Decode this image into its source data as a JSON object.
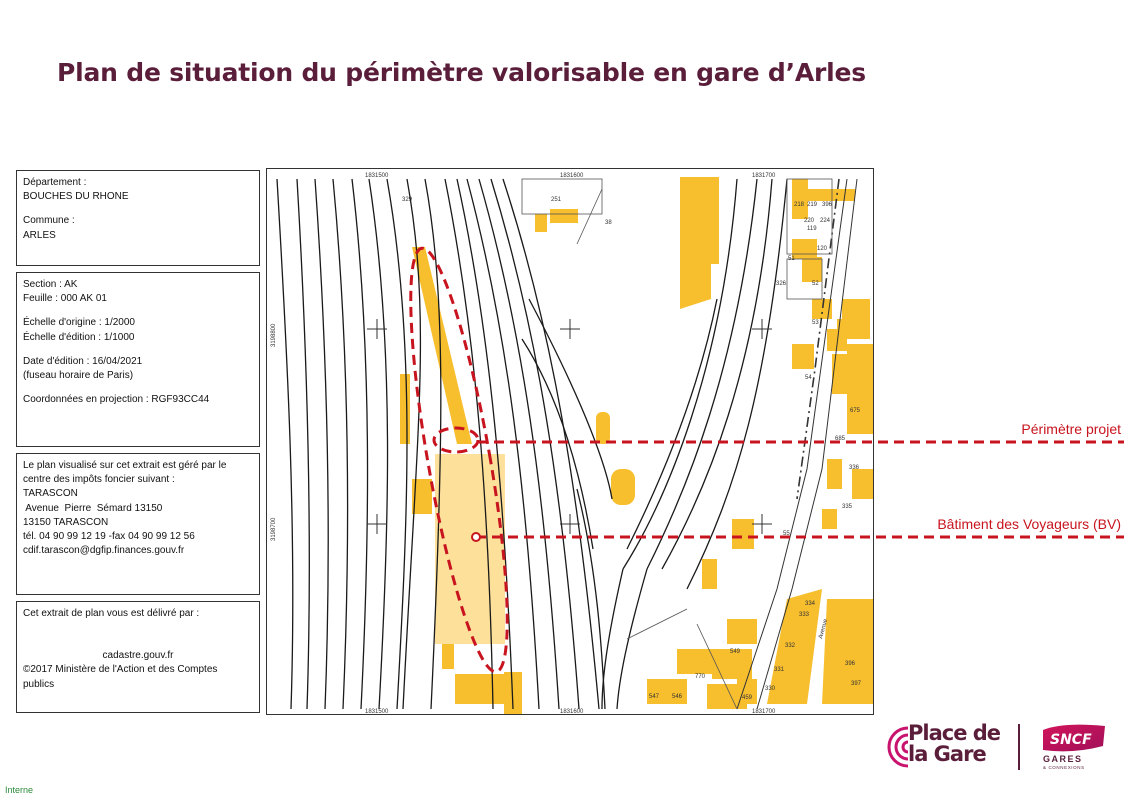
{
  "page": {
    "title": "Plan de situation du périmètre valorisable en gare d’Arles",
    "footer_label": "Interne"
  },
  "info_panel": {
    "departement_label": "Département :",
    "departement_value": "BOUCHES DU RHONE",
    "commune_label": "Commune :",
    "commune_value": "ARLES",
    "section": "Section : AK",
    "feuille": "Feuille : 000 AK 01",
    "echelle_origine": "Échelle d'origine : 1/2000",
    "echelle_edition": "Échelle d'édition : 1/1000",
    "date_edition": "Date d'édition : 16/04/2021",
    "fuseau": "(fuseau horaire de Paris)",
    "coordonnees": "Coordonnées en projection : RGF93CC44",
    "centre_lines": [
      "Le plan visualisé sur cet extrait est géré par le",
      "centre des impôts foncier suivant :",
      "TARASCON",
      " Avenue  Pierre  Sémard 13150",
      "13150 TARASCON",
      "tél. 04 90 99 12 19 -fax 04 90 99 12 56",
      "cdif.tarascon@dgfip.finances.gouv.fr"
    ],
    "delivre_label": "Cet extrait de plan vous est délivré par :",
    "delivre_site": "cadastre.gouv.fr",
    "copyright_line1": "©2017 Ministère de l'Action et des Comptes",
    "copyright_line2": "publics"
  },
  "map": {
    "callouts": [
      "Périmètre projet",
      "Bâtiment des Voyageurs (BV)"
    ],
    "coord_top": [
      "1831500",
      "1831600",
      "1831700"
    ],
    "coord_bottom": [
      "1831500",
      "1831600",
      "1831700"
    ],
    "coord_side": [
      "3198800",
      "3198700"
    ],
    "parcel_numbers": [
      "329",
      "251",
      "38",
      "218",
      "219",
      "396",
      "220",
      "224",
      "119",
      "120",
      "51",
      "52",
      "326",
      "53",
      "54",
      "675",
      "685",
      "336",
      "335",
      "55",
      "334",
      "333",
      "332",
      "331",
      "330",
      "549",
      "770",
      "547",
      "546",
      "459",
      "396",
      "397"
    ],
    "street_label": "Avenue",
    "colors": {
      "building": "#f7bf2e",
      "bv_building": "#fde09a",
      "rail": "#1a1a1a",
      "callout": "#c8141e"
    }
  },
  "logos": {
    "place_de_la_gare_line1": "Place de",
    "place_de_la_gare_line2": "la Gare",
    "sncf": "SNCF",
    "gares": "GARES",
    "gares_sub": "& CONNEXIONS"
  }
}
